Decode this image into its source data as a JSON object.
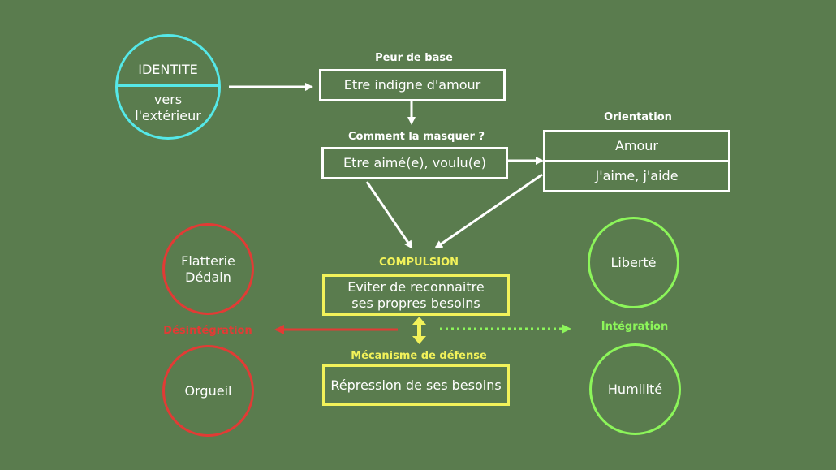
{
  "identity": {
    "top": "IDENTITE",
    "bottom_line1": "vers",
    "bottom_line2": "l'extérieur"
  },
  "fear": {
    "title": "Peur de base",
    "text": "Etre indigne d'amour"
  },
  "mask": {
    "title": "Comment la masquer ?",
    "text": "Etre aimé(e), voulu(e)"
  },
  "orientation": {
    "title": "Orientation",
    "row1": "Amour",
    "row2": "J'aime, j'aide"
  },
  "compulsion": {
    "title": "COMPULSION",
    "line1": "Eviter de reconnaitre",
    "line2": "ses propres besoins"
  },
  "defense": {
    "title": "Mécanisme de défense",
    "text": "Répression de ses besoins"
  },
  "disintegration": {
    "label": "Désintégration",
    "circle1_line1": "Flatterie",
    "circle1_line2": "Dédain",
    "circle2": "Orgueil"
  },
  "integration": {
    "label": "Intégration",
    "circle1": "Liberté",
    "circle2": "Humilité"
  },
  "colors": {
    "background": "#5a7c4e",
    "identity": "#55e8e8",
    "compulsion": "#f2f25a",
    "disintegration": "#e23b35",
    "integration": "#8cf55a"
  }
}
